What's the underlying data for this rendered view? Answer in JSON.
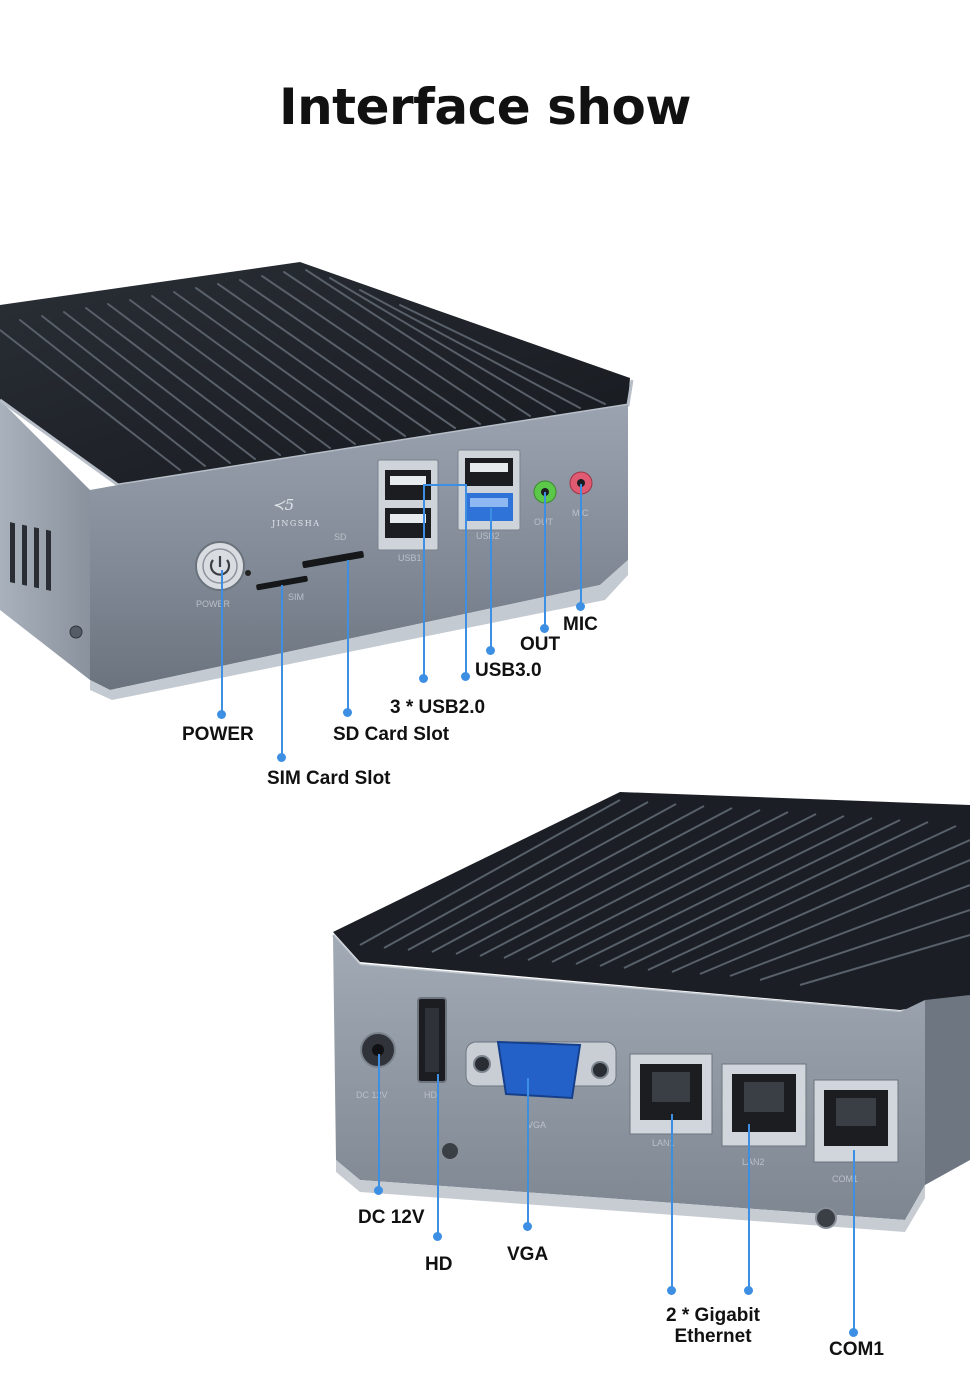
{
  "title": "Interface show",
  "top_unit": {
    "brand_logo_text": "JINGSHA",
    "engravings": [
      "POWER",
      "SIM",
      "SD",
      "USB1",
      "USB2",
      "OUT",
      "MIC"
    ],
    "callouts": {
      "power": "POWER",
      "sim": "SIM Card Slot",
      "sd": "SD Card Slot",
      "usb2": "3 * USB2.0",
      "usb3": "USB3.0",
      "out": "OUT",
      "mic": "MIC"
    }
  },
  "bottom_unit": {
    "engravings": [
      "DC 12V",
      "HD",
      "VGA",
      "LAN1",
      "LAN2",
      "COM1"
    ],
    "callouts": {
      "dc": "DC 12V",
      "hd": "HD",
      "vga": "VGA",
      "ethernet_line1": "2 * Gigabit",
      "ethernet_line2": "Ethernet",
      "com": "COM1"
    }
  },
  "colors": {
    "leader_line": "#3d8fe3",
    "chassis_face": "#8d96a3",
    "heatsink": "#1e2228",
    "usb3_blue": "#2f72d8",
    "audio_out_green": "#5cc84a",
    "audio_mic_pink": "#e05a72",
    "vga_blue": "#2360c8"
  }
}
